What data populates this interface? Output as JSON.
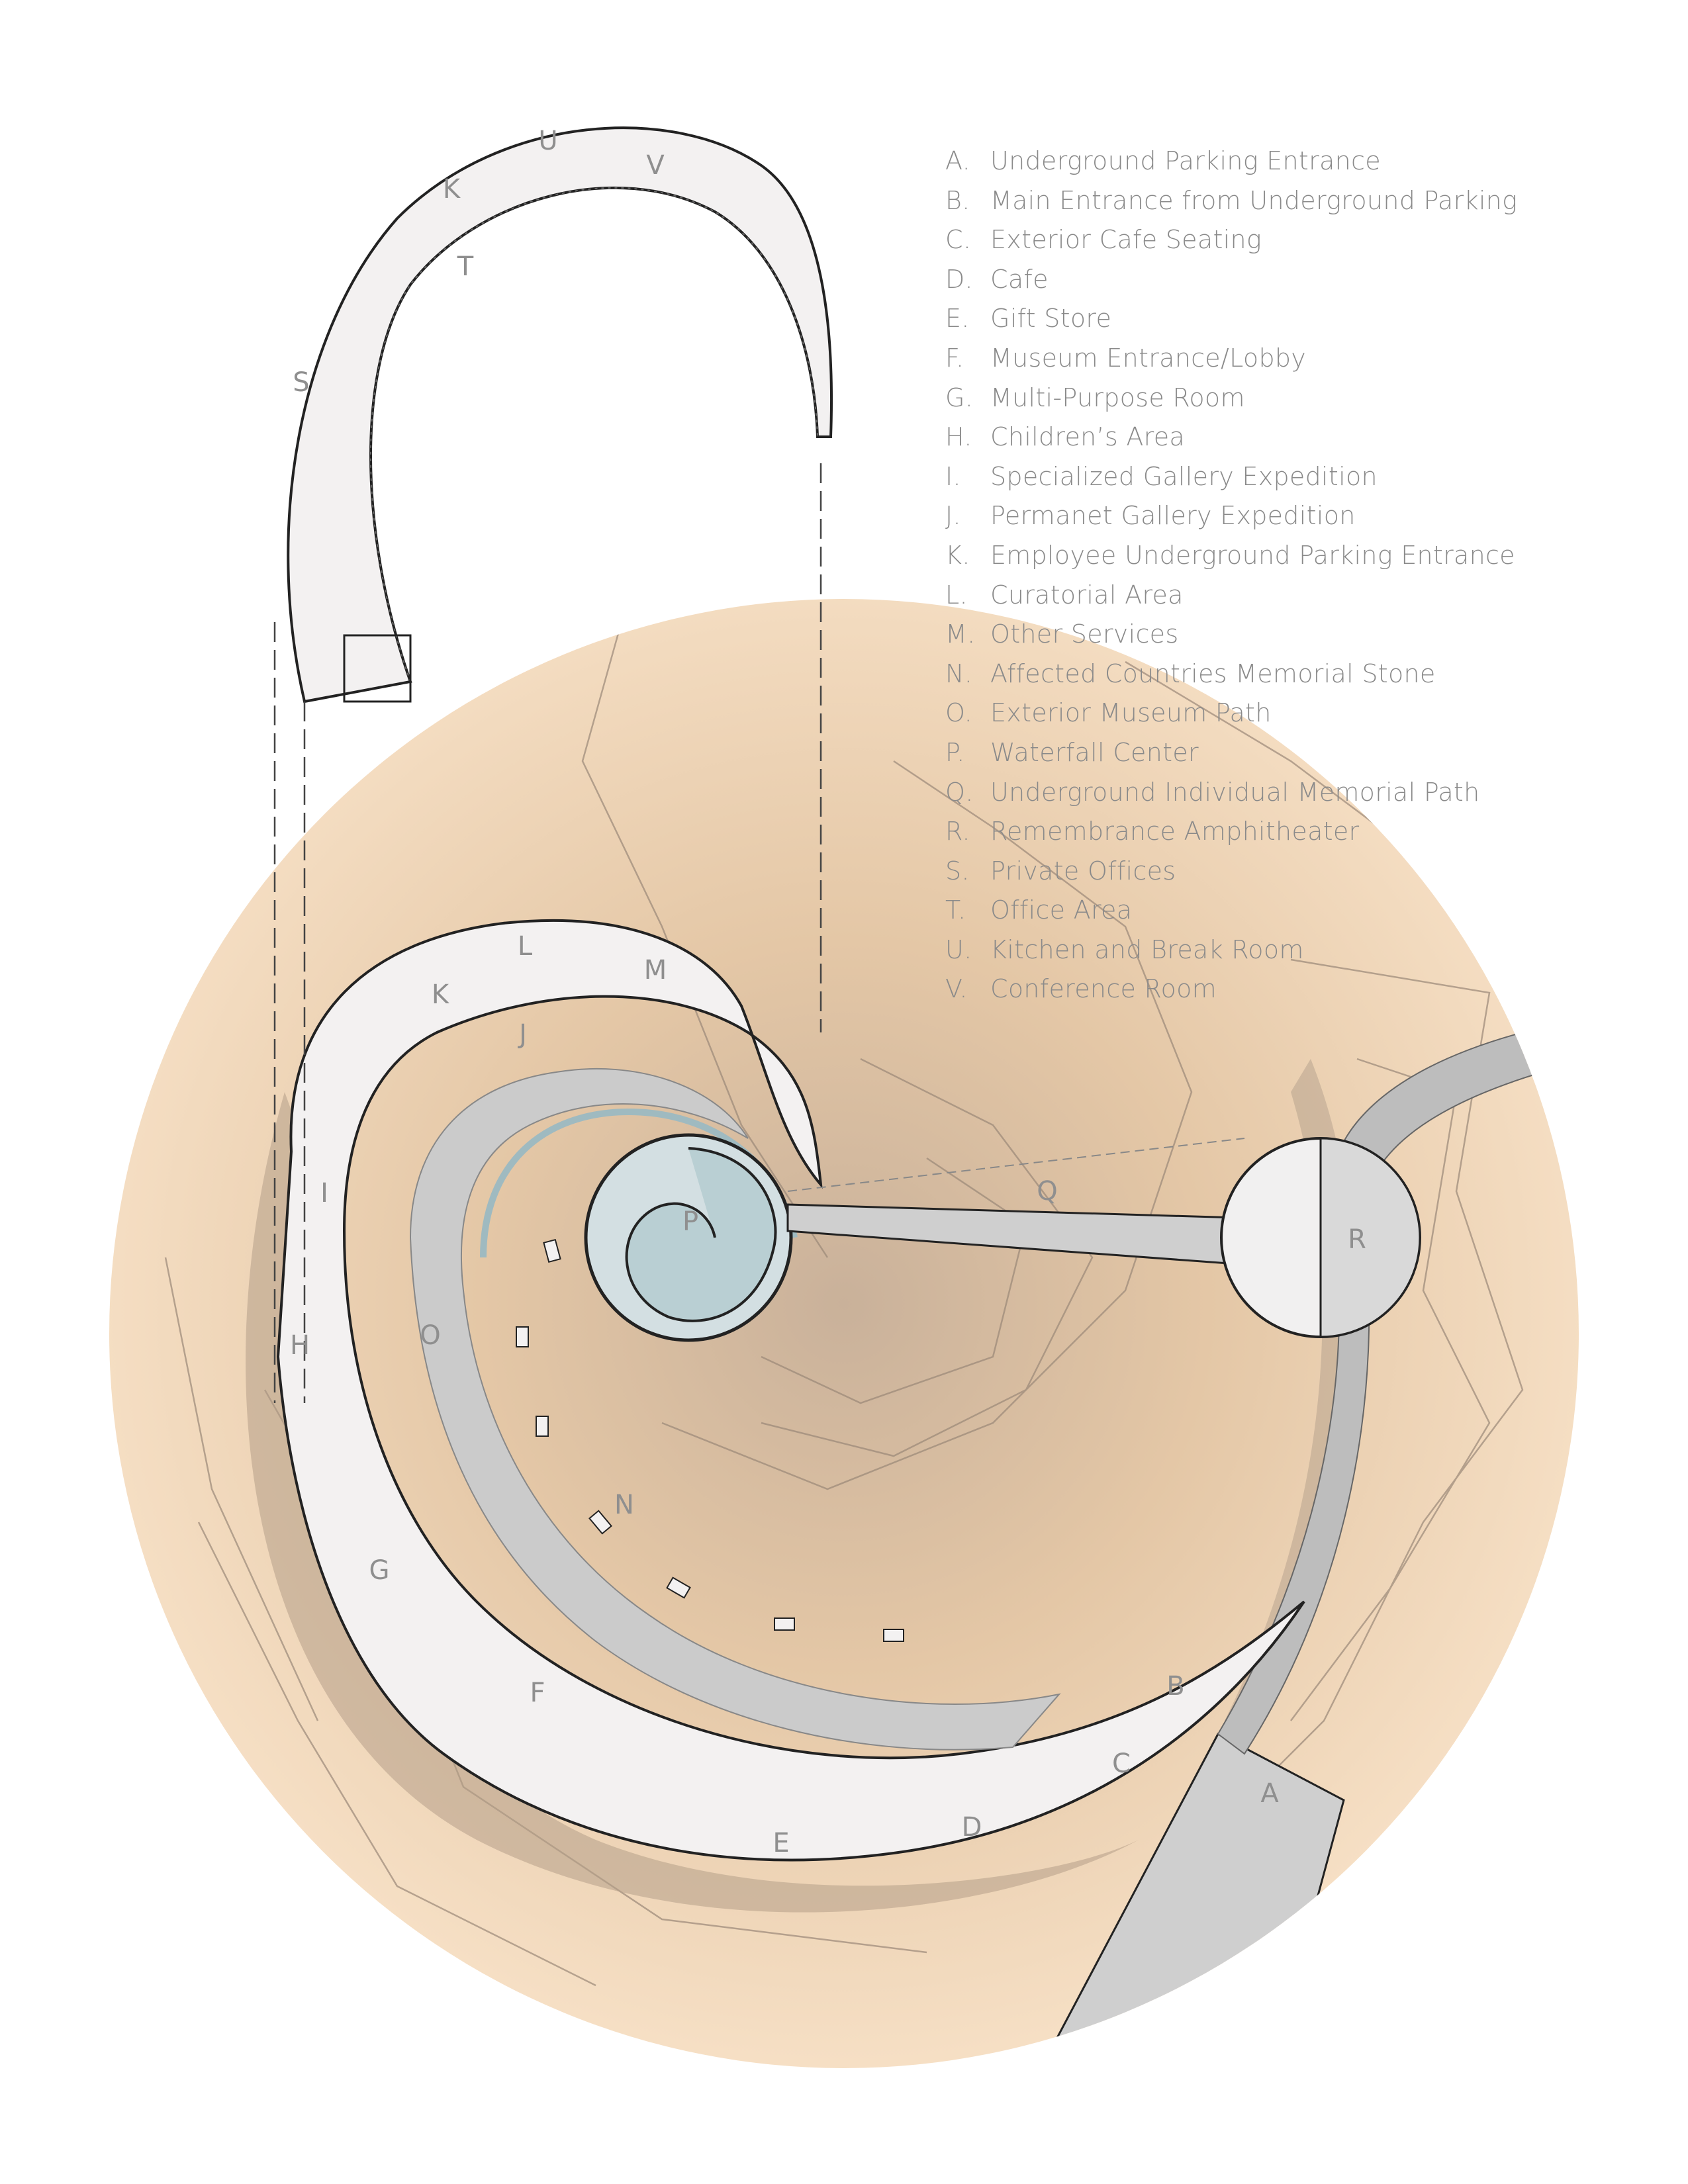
{
  "legend": [
    {
      "key": "A.",
      "label": "Underground Parking Entrance"
    },
    {
      "key": "B.",
      "label": "Main Entrance from Underground Parking"
    },
    {
      "key": "C.",
      "label": "Exterior Cafe Seating"
    },
    {
      "key": "D.",
      "label": "Cafe"
    },
    {
      "key": "E.",
      "label": "Gift Store"
    },
    {
      "key": "F.",
      "label": "Museum Entrance/Lobby"
    },
    {
      "key": "G.",
      "label": "Multi-Purpose Room"
    },
    {
      "key": "H.",
      "label": "Children’s Area"
    },
    {
      "key": "I.",
      "label": "Specialized Gallery Expedition"
    },
    {
      "key": "J.",
      "label": "Permanet Gallery Expedition"
    },
    {
      "key": "K.",
      "label": "Employee Underground Parking Entrance"
    },
    {
      "key": "L.",
      "label": "Curatorial Area"
    },
    {
      "key": "M.",
      "label": "Other Services"
    },
    {
      "key": "N.",
      "label": "Affected Countries Memorial Stone"
    },
    {
      "key": "O.",
      "label": "Exterior Museum Path"
    },
    {
      "key": "P.",
      "label": "Waterfall Center"
    },
    {
      "key": "Q.",
      "label": "Underground Individual Memorial Path"
    },
    {
      "key": "R.",
      "label": "Remembrance Amphitheater"
    },
    {
      "key": "S.",
      "label": "Private Offices"
    },
    {
      "key": "T.",
      "label": "Office Area"
    },
    {
      "key": "U.",
      "label": "Kitchen and Break Room"
    },
    {
      "key": "V.",
      "label": "Conference Room"
    }
  ],
  "upper_plan_labels": {
    "U": "U",
    "V": "V",
    "K": "K",
    "T": "T",
    "S": "S"
  },
  "main_plan_labels": {
    "L": "L",
    "M": "M",
    "K": "K",
    "J": "J",
    "I": "I",
    "H": "H",
    "O": "O",
    "P": "P",
    "Q": "Q",
    "R": "R",
    "N": "N",
    "G": "G",
    "F": "F",
    "B": "B",
    "C": "C",
    "A": "A",
    "D": "D",
    "E": "E"
  },
  "colors": {
    "site_fill": "#f7dfc3",
    "terrain_shade": "#b59f88",
    "building_fill": "#f3f1f1",
    "path_fill": "#c9c9c9",
    "water_fill": "#b9cfd3",
    "outline": "#222222",
    "label_text": "#8a8a8a"
  }
}
